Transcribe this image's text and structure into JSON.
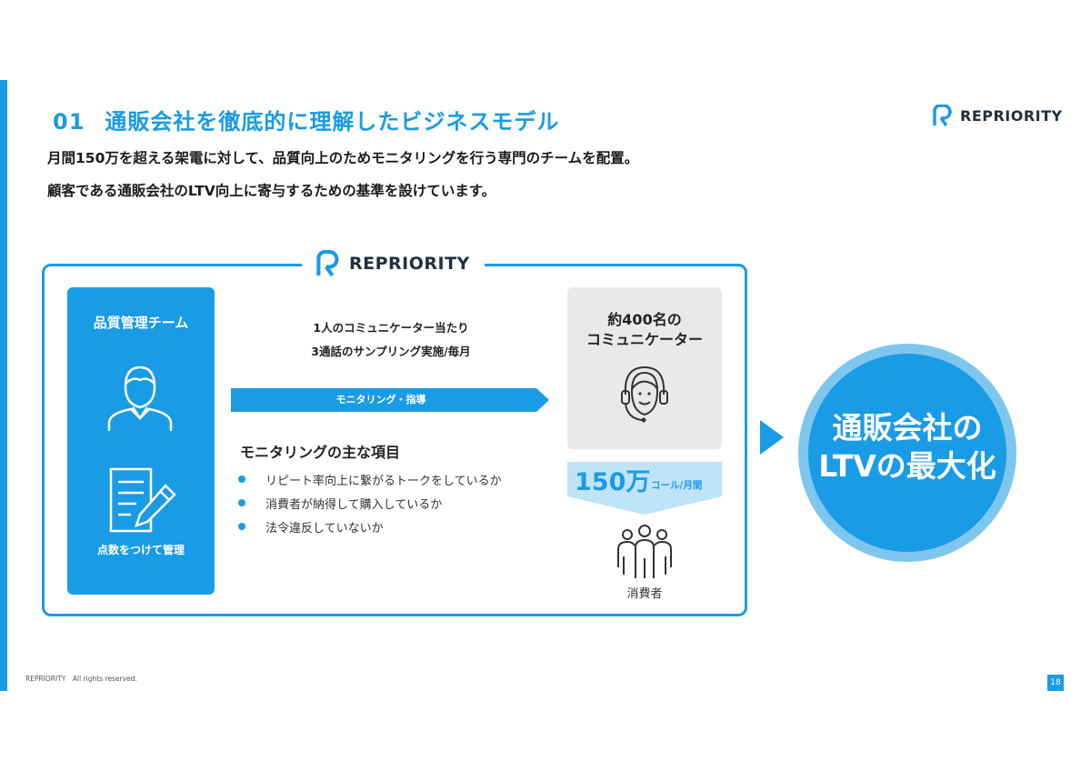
{
  "slide": {
    "number": "01",
    "title": "通販会社を徹底的に理解したビジネスモデル",
    "subtitle_lines": [
      "月間150万を超える架電に対して、品質向上のためモニタリングを行う専門のチームを配置。",
      "顧客である通販会社のLTV向上に寄与するための基準を設けています。"
    ]
  },
  "brand": {
    "name": "REPRIORITY",
    "color": "#1a9be6"
  },
  "diagram": {
    "quality_team": {
      "title": "品質管理チーム",
      "caption": "点数をつけて管理",
      "icons": [
        "person-icon",
        "document-pencil-icon"
      ]
    },
    "sampling": [
      "1人のコミュニケーター当たり",
      "3通話のサンプリング実施/毎月"
    ],
    "arrow_label": "モニタリング・指導",
    "monitoring": {
      "title": "モニタリングの主な項目",
      "items": [
        "リピート率向上に繋がるトークをしているか",
        "消費者が納得して購入しているか",
        "法令違反していないか"
      ]
    },
    "communicators": {
      "line1": "約400名の",
      "line2": "コミュニケーター",
      "icon": "headset-operator-icon"
    },
    "calls": {
      "number": "150万",
      "unit": "コール/月間"
    },
    "consumers": {
      "label": "消費者",
      "icon": "group-icon"
    },
    "result": {
      "line1": "通販会社の",
      "line2": "LTVの最大化"
    }
  },
  "footer": {
    "copyright": "REPRIORITY　All rights reserved.",
    "page": "18"
  },
  "colors": {
    "accent": "#1a9be6",
    "light_accent": "#7fc6ee",
    "callout_bg": "#bfe3f7",
    "gray_box": "#e9e9e9"
  }
}
